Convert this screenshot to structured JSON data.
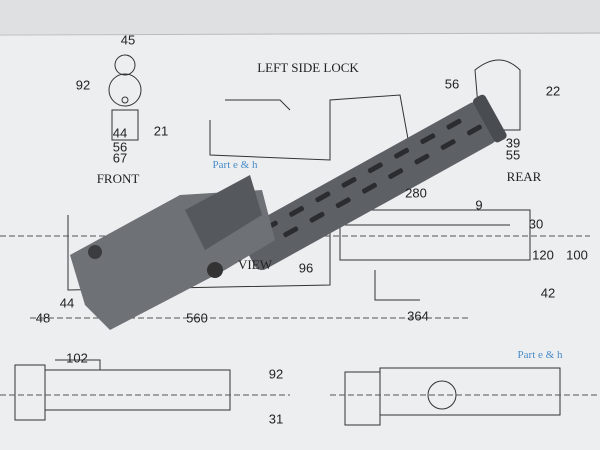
{
  "drawing": {
    "views": {
      "front": "FRONT",
      "left_side_lock": "LEFT SIDE LOCK",
      "rear": "REAR",
      "view": "VIEW"
    },
    "annotations": {
      "part_1": "Part e & h",
      "part_2": "Part e & h"
    },
    "dimensions": {
      "front_45": "45",
      "front_92": "92",
      "front_44": "44",
      "front_21": "21",
      "front_56": "56",
      "front_67": "67",
      "rear_56": "56",
      "rear_22": "22",
      "rear_39": "39",
      "rear_55": "55",
      "side_280": "280",
      "side_9": "9",
      "side_30": "30",
      "side_120": "120",
      "side_100": "100",
      "side_96": "96",
      "side_42": "42",
      "side_44": "44",
      "side_48": "48",
      "side_560": "560",
      "side_364": "364",
      "bottom_102": "102",
      "bottom_92": "92",
      "bottom_31": "31"
    }
  }
}
